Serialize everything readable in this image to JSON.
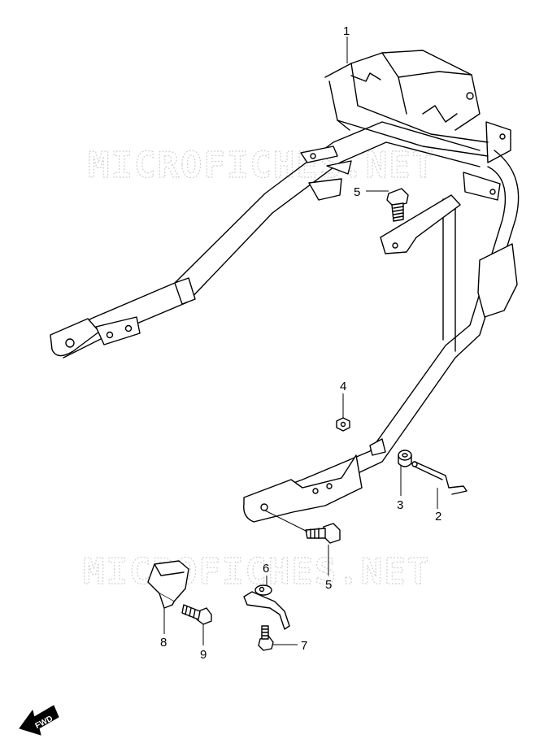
{
  "watermark": "MICROFICHES.NET",
  "callouts": {
    "c1": "1",
    "c2": "2",
    "c3": "3",
    "c4": "4",
    "c5a": "5",
    "c5b": "5",
    "c6": "6",
    "c7": "7",
    "c8": "8",
    "c9": "9"
  },
  "fwd_label": "FWD"
}
